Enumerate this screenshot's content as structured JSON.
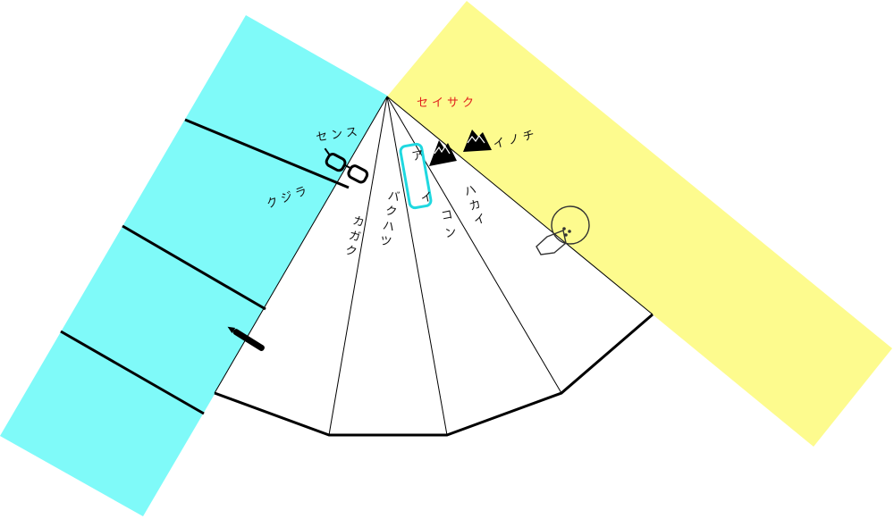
{
  "labels": {
    "seisaku": "セイサク",
    "sensu": "センス",
    "inochi": "イノチ",
    "kujira": "クジラ",
    "kagaku": [
      "カ",
      "ガ",
      "ク"
    ],
    "bakuhatsu": [
      "バ",
      "ク",
      "ハ",
      "ツ"
    ],
    "aikon": [
      "ア",
      "イ",
      "コ",
      "ン"
    ],
    "hakai": [
      "ハ",
      "カ",
      "イ"
    ]
  },
  "colors": {
    "blue_band": "#7ffaf9",
    "yellow_band": "#fdfb8e",
    "fan_fill": "#ffffff",
    "highlight": "#1fd8e0",
    "accent_text": "#e0201e",
    "stroke": "#000000"
  },
  "icons": [
    "glasses-icon",
    "mountain-icon",
    "mountain-icon",
    "fire-hydrant-icon",
    "pen-icon"
  ]
}
